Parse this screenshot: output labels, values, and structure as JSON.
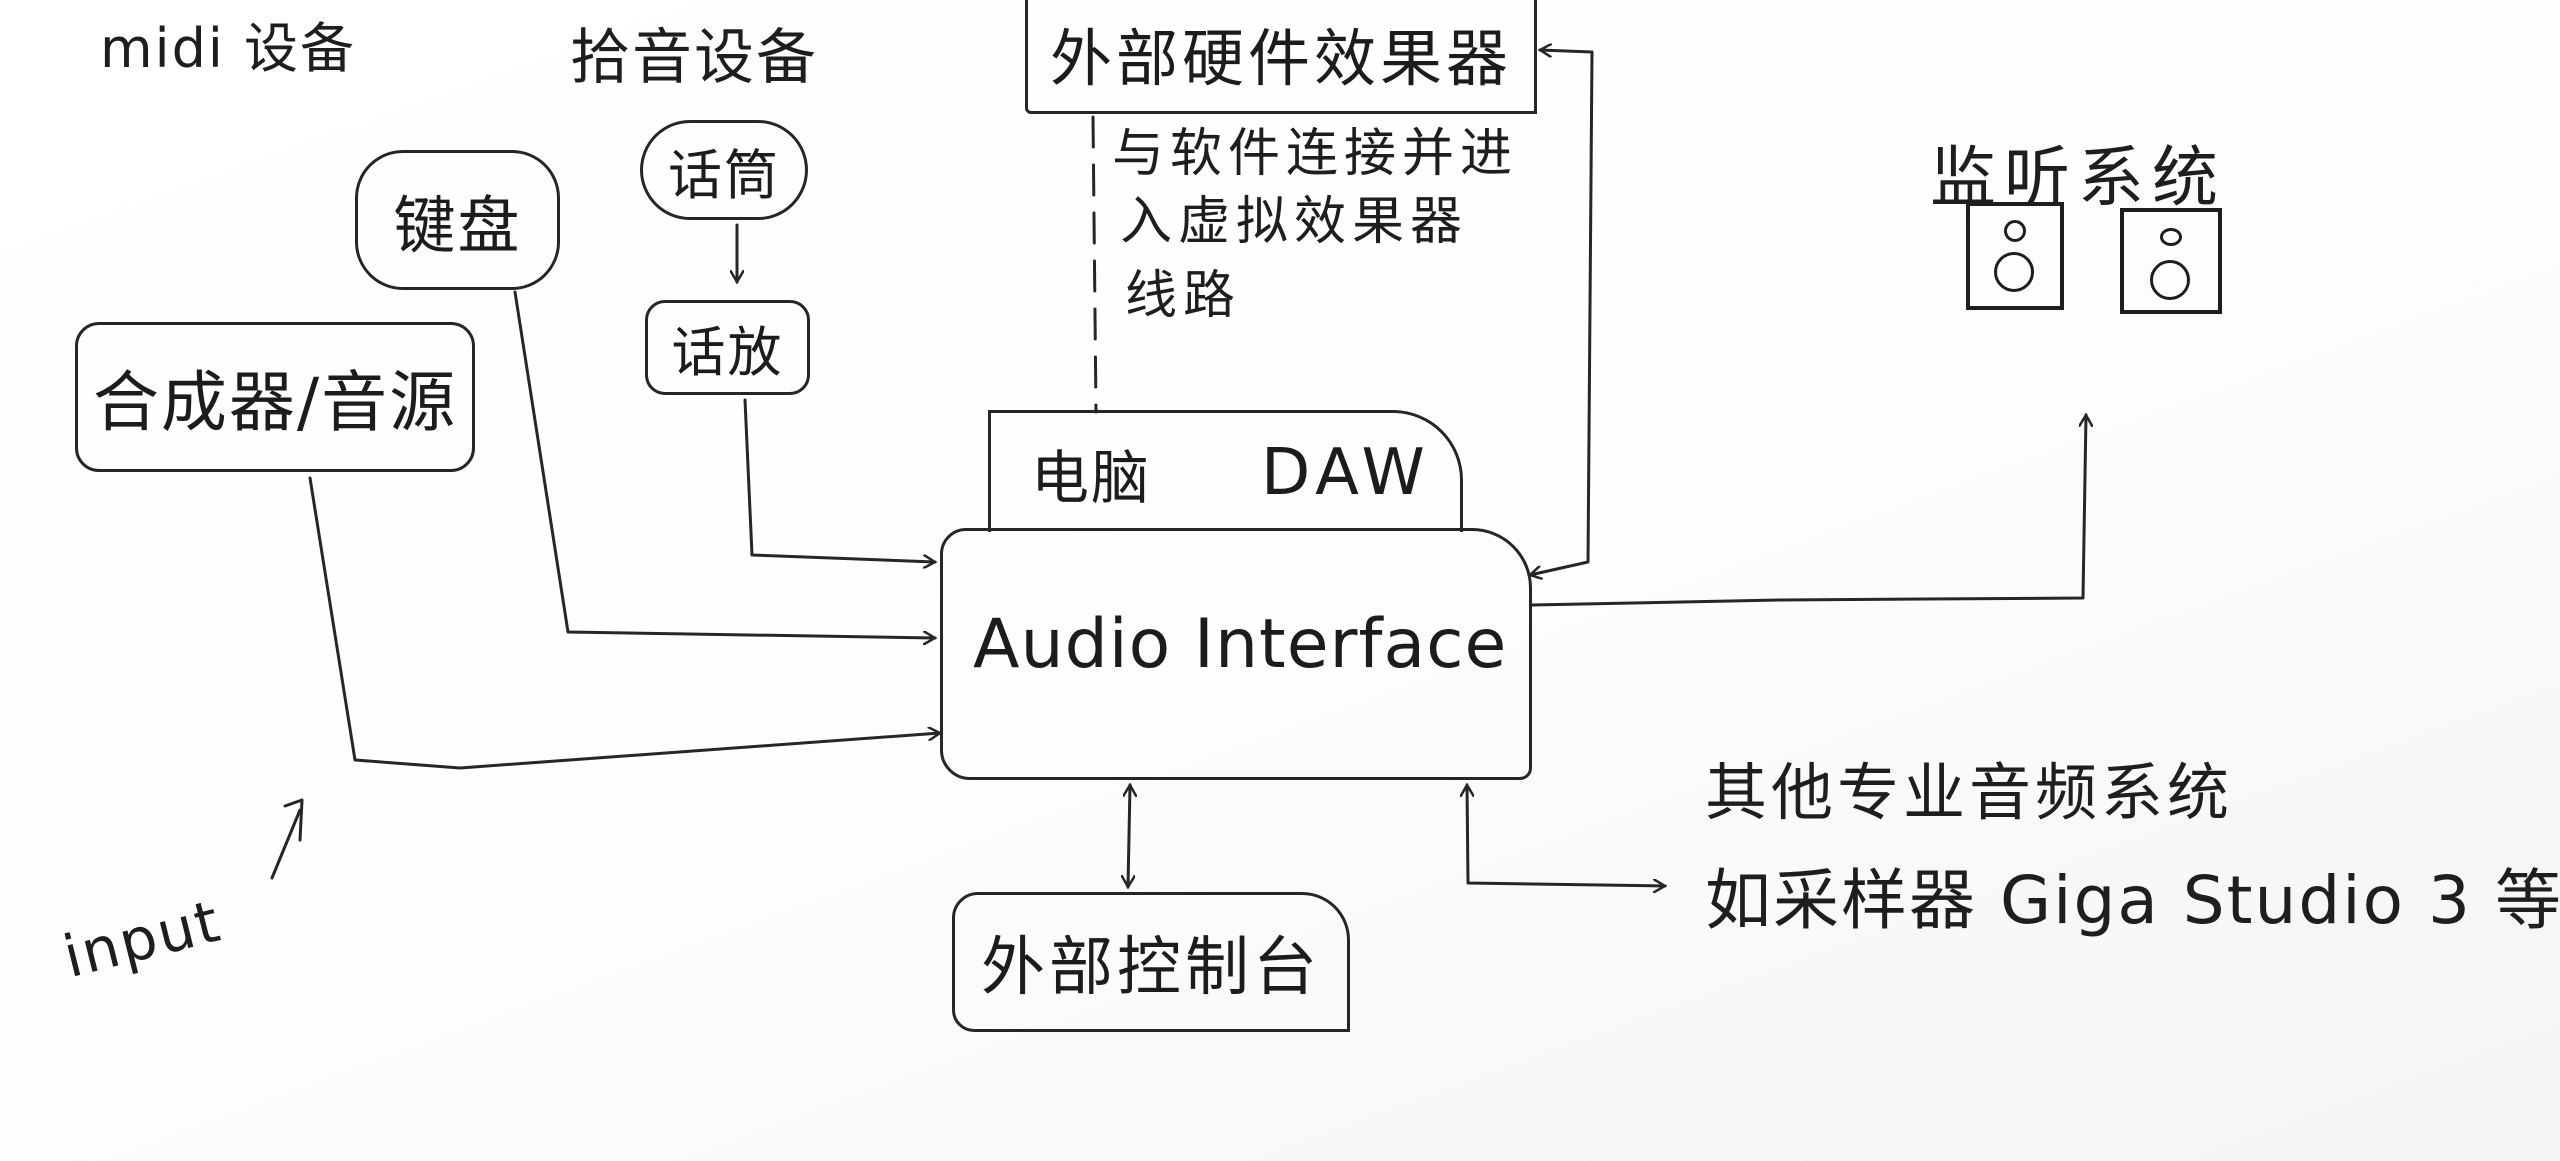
{
  "headings": {
    "midi_devices": "midi 设备",
    "pickup_devices": "拾音设备",
    "monitoring_system": "监听系统"
  },
  "nodes": {
    "keyboard": "键盘",
    "microphone": "话筒",
    "mic_preamp": "话放",
    "synth_sound_source": "合成器/音源",
    "external_hw_effects": "外部硬件效果器",
    "computer": "电脑",
    "daw": "DAW",
    "audio_interface": "Audio Interface",
    "external_console": "外部控制台"
  },
  "annotations": {
    "effects_note_lines": [
      "与软件连接并进",
      "入虚拟效果器",
      "线路"
    ],
    "other_systems_lines": [
      "其他专业音频系统",
      "如采样器 Giga Studio 3 等"
    ],
    "input_label": "input",
    "input_arrow": "↗"
  },
  "colors": {
    "ink": "#262626",
    "paper": "#fefefe"
  }
}
